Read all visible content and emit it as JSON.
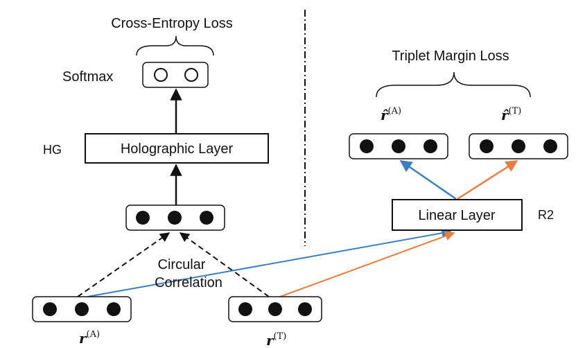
{
  "left": {
    "loss_title": "Cross-Entropy Loss",
    "softmax_label": "Softmax",
    "hg_label": "HG",
    "holographic_layer": "Holographic Layer",
    "circular_correlation_line1": "Circular",
    "circular_correlation_line2": "Correlation"
  },
  "right": {
    "loss_title": "Triplet Margin Loss",
    "linear_layer": "Linear Layer",
    "r2_label": "R2"
  },
  "vectors": {
    "r_symbol": "r",
    "r_hat_symbol": "r̂",
    "sup_a": "(A)",
    "sup_t": "(T)"
  },
  "colors": {
    "blue": "#3a7fc1",
    "orange": "#ec7c3a",
    "black": "#111111"
  }
}
